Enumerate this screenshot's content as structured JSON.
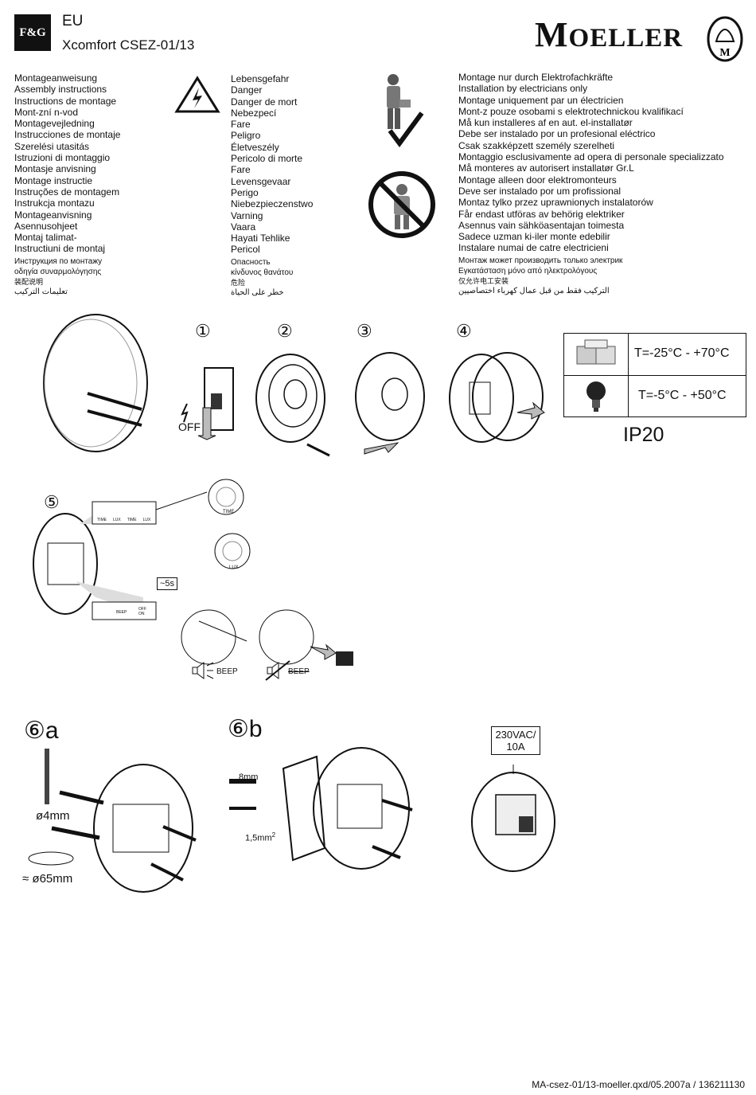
{
  "header": {
    "fg_logo": "F&G",
    "region": "EU",
    "model": "Xcomfort CSEZ-01/13",
    "brand": "MOELLER",
    "seal_letter": "M"
  },
  "instructions_col": [
    "Montageanweisung",
    "Assembly instructions",
    "Instructions de montage",
    "Mont‑zní n‑vod",
    "Montagevejledning",
    "Instrucciones de montaje",
    "Szerelési utasitás",
    "Istruzioni di montaggio",
    "Montasje anvisning",
    "Montage instructie",
    "Instruções de montagem",
    "Instrukcja montazu",
    "Montageanvisning",
    "Asennusohjeet",
    "Montaj talimat‑",
    "Instructiuni de montaj"
  ],
  "instructions_col_small": [
    "Инструкция по монтажу",
    "οδηγία συναρμολόγησης",
    "装配说明",
    "تعليمات التركيب"
  ],
  "danger_col": [
    "Lebensgefahr",
    "Danger",
    "Danger de mort",
    "Nebezpecí",
    "Fare",
    "Peligro",
    "Életveszély",
    "Pericolo di morte",
    "Fare",
    "Levensgevaar",
    "Perigo",
    "Niebezpieczenstwo",
    "Varning",
    "Vaara",
    "Hayati Tehlike",
    "Pericol"
  ],
  "danger_col_small": [
    "Опасность",
    "κίνδυνος θανάτου",
    "危险",
    "خطر على الحياة"
  ],
  "electrician_col": [
    "Montage nur durch Elektrofachkräfte",
    "Installation by electricians only",
    "Montage uniquement par un électricien",
    "Mont‑z pouze osobami s elektrotechnickou kvalifikací",
    "Må kun installeres af en aut. el-installatør",
    "Debe ser instalado por un profesional eléctrico",
    "Csak szakképzett személy szerelheti",
    "Montaggio esclusivamente ad opera di personale specializzato",
    "Må monteres av autorisert installatør Gr.L",
    "Montage alleen door elektromonteurs",
    "Deve ser instalado por um profissional",
    "Montaz tylko przez uprawnionych instalatorów",
    "Får endast utföras av behörig elektriker",
    "Asennus vain sähköasentajan toimesta",
    "Sadece uzman ki‑iler monte edebilir",
    "Instalare numai de catre electricieni"
  ],
  "electrician_col_small": [
    "Монтаж может производить только электрик",
    "Εγκατάσταση μόνο από ηλεκτρολόγους",
    "仅允许电工安装",
    "التركيب فقط من قبل عمال كهرباء اختصاصيين"
  ],
  "steps": [
    "①",
    "②",
    "③",
    "④",
    "⑤",
    "⑥a",
    "⑥b"
  ],
  "off_label": "OFF",
  "temps": {
    "storage": "T=-25°C - +70°C",
    "operation": "T=-5°C - +50°C"
  },
  "ip_rating": "IP20",
  "step5": {
    "dial_labels": [
      "TIME",
      "LUX",
      "TIME",
      "LUX"
    ],
    "time_label": "TIME",
    "lux_label": "LUX",
    "hold": "~5s",
    "beep": "BEEP",
    "off": "OFF",
    "on": "ON"
  },
  "step6a": {
    "drill": "ø4mm",
    "hole": "≈ ø65mm"
  },
  "step6b": {
    "strip": "8mm",
    "wire": "1,5mm",
    "wire_sup": "2"
  },
  "rating": {
    "line1": "230VAC/",
    "line2": "10A"
  },
  "footer": "MA-csez-01/13-moeller.qxd/05.2007a / 136211130",
  "icons": [
    "danger-triangle-icon",
    "electrician-icon",
    "checkmark-icon",
    "no-diy-icon",
    "storage-box-icon",
    "lightbulb-icon"
  ]
}
